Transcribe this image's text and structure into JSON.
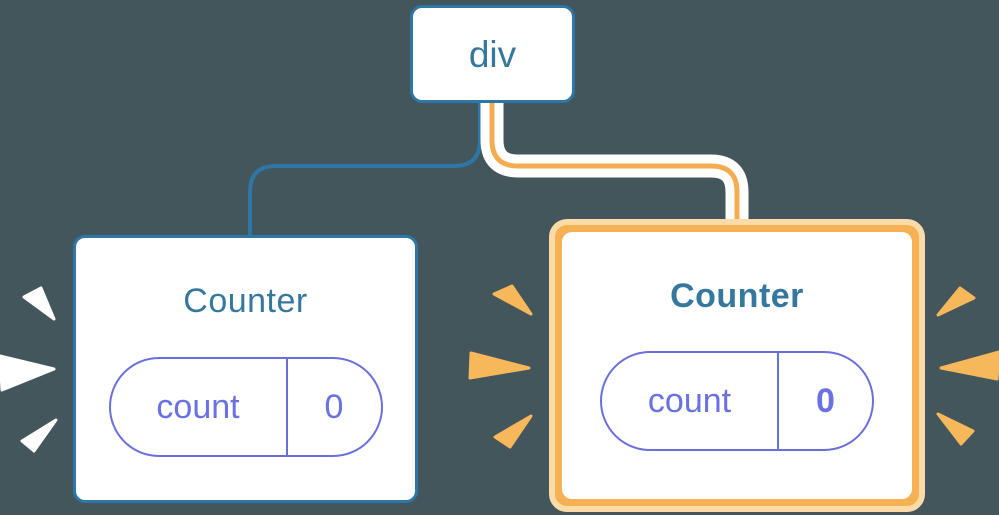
{
  "diagram": {
    "title_hint": "React component tree re-render diagram",
    "root_node": {
      "label": "div"
    },
    "counters": [
      {
        "title": "Counter",
        "state_key": "count",
        "state_value": "0",
        "highlighted": false
      },
      {
        "title": "Counter",
        "state_key": "count",
        "state_value": "0",
        "highlighted": true
      }
    ]
  },
  "icons": {
    "left_card_burst": "render-burst-icon",
    "right_card_burst_left": "render-burst-icon",
    "right_card_burst_right": "render-burst-icon"
  },
  "colors": {
    "background": "#43565C",
    "node_border_blue": "#2E76A6",
    "node_text_blue": "#35789E",
    "state_pill_border_purple": "#6A70DB",
    "state_pill_text_purple": "#6971E3",
    "highlight_orange": "#F6B155",
    "highlight_orange_light": "#FBDBA7",
    "connector_orange_core": "#F5AC50",
    "connector_casing": "#FFFFFF",
    "burst_white": "#FFFFFF",
    "burst_orange": "#F7B75B",
    "card_background": "#FFFFFF"
  }
}
